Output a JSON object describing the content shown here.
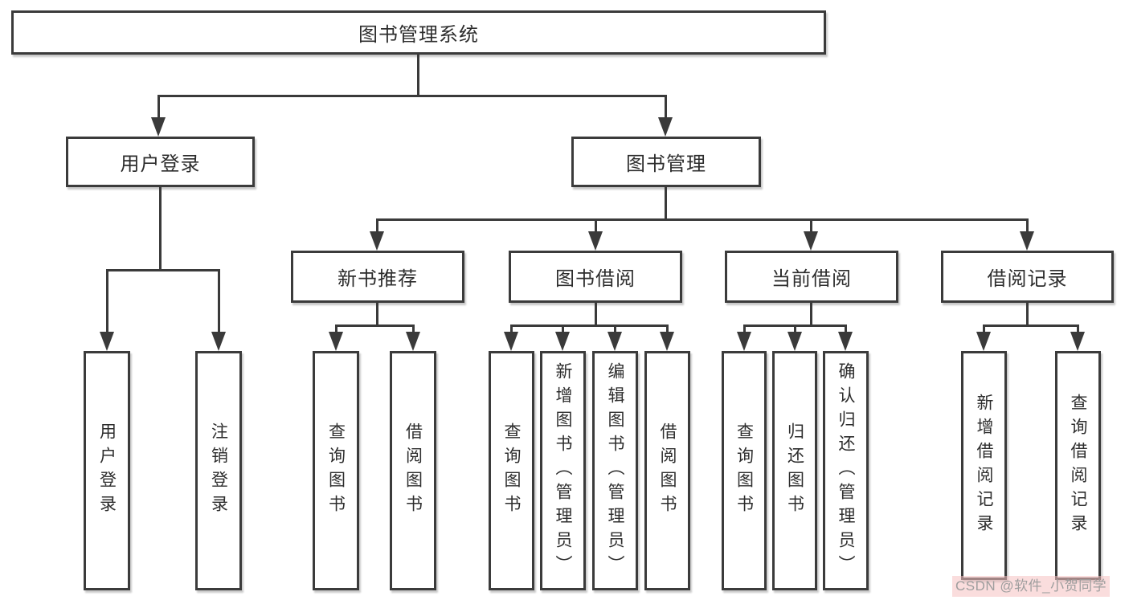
{
  "diagram": {
    "root": {
      "label": "图书管理系统"
    },
    "branches": [
      {
        "label": "用户登录",
        "children": [
          {
            "label": "用户登录"
          },
          {
            "label": "注销登录"
          }
        ]
      },
      {
        "label": "图书管理",
        "children": [
          {
            "label": "新书推荐",
            "children": [
              {
                "label": "查询图书"
              },
              {
                "label": "借阅图书"
              }
            ]
          },
          {
            "label": "图书借阅",
            "children": [
              {
                "label": "查询图书"
              },
              {
                "label": "新增图书（管理员）"
              },
              {
                "label": "编辑图书（管理员）"
              },
              {
                "label": "借阅图书"
              }
            ]
          },
          {
            "label": "当前借阅",
            "children": [
              {
                "label": "查询图书"
              },
              {
                "label": "归还图书"
              },
              {
                "label": "确认归还（管理员）"
              }
            ]
          },
          {
            "label": "借阅记录",
            "children": [
              {
                "label": "新增借阅记录"
              },
              {
                "label": "查询借阅记录"
              }
            ]
          }
        ]
      }
    ]
  },
  "watermark": {
    "text": "CSDN @软件_小贺同学"
  },
  "colors": {
    "line": "#3a3a3a",
    "text": "#2d2d2d",
    "watermark_text": "#9e9e9e",
    "watermark_bg": "#f6c1c1",
    "background": "#ffffff"
  }
}
